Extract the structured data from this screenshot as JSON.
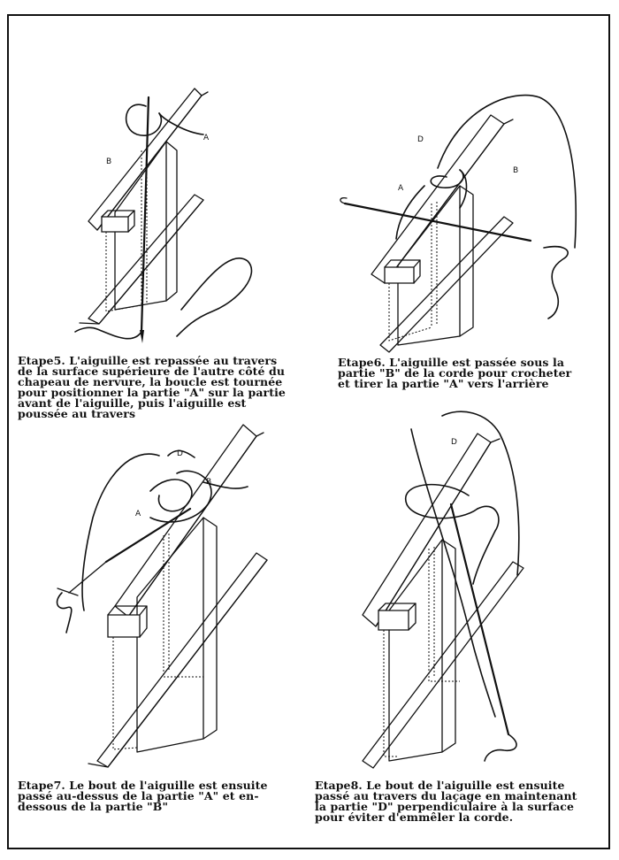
{
  "steps": [
    {
      "id": "etape5",
      "caption": "Etape5. L'aiguille est repassée au travers\nde la surface supérieure de l'autre côté du\nchapeau de nervure, la boucle est tournée\npour positionner la partie \"A\" sur la partie\navant de l'aiguille, puis l'aiguille est\npoussée au travers",
      "labels": [
        "A",
        "B"
      ]
    },
    {
      "id": "etape6",
      "caption": "Etape6. L'aiguille est passée sous la\npartie \"B\" de la corde pour crocheter\net tirer la partie \"A\" vers l'arrière",
      "labels": [
        "D",
        "B",
        "A"
      ]
    },
    {
      "id": "etape7",
      "caption": "Etape7. Le bout de l'aiguille est ensuite\npassé au-dessus de la partie \"A\" et en-\ndessous de la partie \"B\"",
      "labels": [
        "D",
        "B",
        "A"
      ]
    },
    {
      "id": "etape8",
      "caption": "Etape8. Le bout de l'aiguille est ensuite\npassé au travers du laçage en maintenant\nla partie \"D\" perpendiculaire à la surface\npour éviter d'emmêler la corde.",
      "labels": [
        "D"
      ]
    }
  ]
}
